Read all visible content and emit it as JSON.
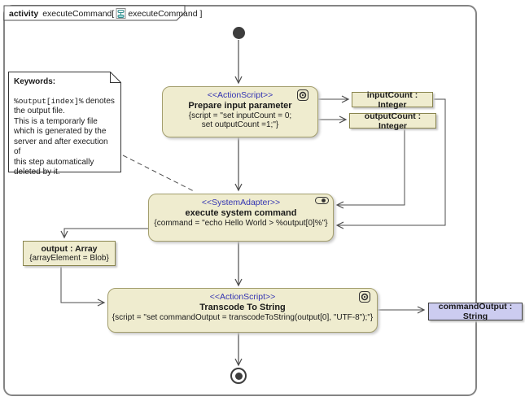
{
  "frame": {
    "label_keyword": "activity",
    "label_name": "executeCommand[",
    "label_ref": "executeCommand ]"
  },
  "note": {
    "heading": "Keywords:",
    "code": "%output[index]%",
    "body": " denotes\nthe output file.\nThis is a temporarly file\nwhich is generated by the\nserver and after execution of\nthis step automatically\ndeleted by it."
  },
  "actions": {
    "prepare": {
      "stereotype": "<<ActionScript>>",
      "name": "Prepare input parameter",
      "props": "{script = \"set inputCount = 0;\nset outputCount =1;\"}"
    },
    "execute": {
      "stereotype": "<<SystemAdapter>>",
      "name": "execute system command",
      "props": "{command = \"echo Hello World > %output[0]%\"}"
    },
    "transcode": {
      "stereotype": "<<ActionScript>>",
      "name": "Transcode To String",
      "props": "{script = \"set commandOutput = transcodeToString(output[0], \"UTF-8\");\"}"
    }
  },
  "objects": {
    "input_count": {
      "label": "inputCount : Integer"
    },
    "output_count": {
      "label": "outputCount : Integer"
    },
    "output_array": {
      "label": "output : Array",
      "props": "{arrayElement = Blob}"
    },
    "command_output": {
      "label": "commandOutput : String"
    }
  },
  "colors": {
    "action_fill": "#efeccf",
    "action_border": "#a39e6d",
    "stereotype_text": "#3333b2",
    "command_output_fill": "#ccccf0",
    "frame_border": "#848484",
    "connector": "#4d4d4d"
  }
}
